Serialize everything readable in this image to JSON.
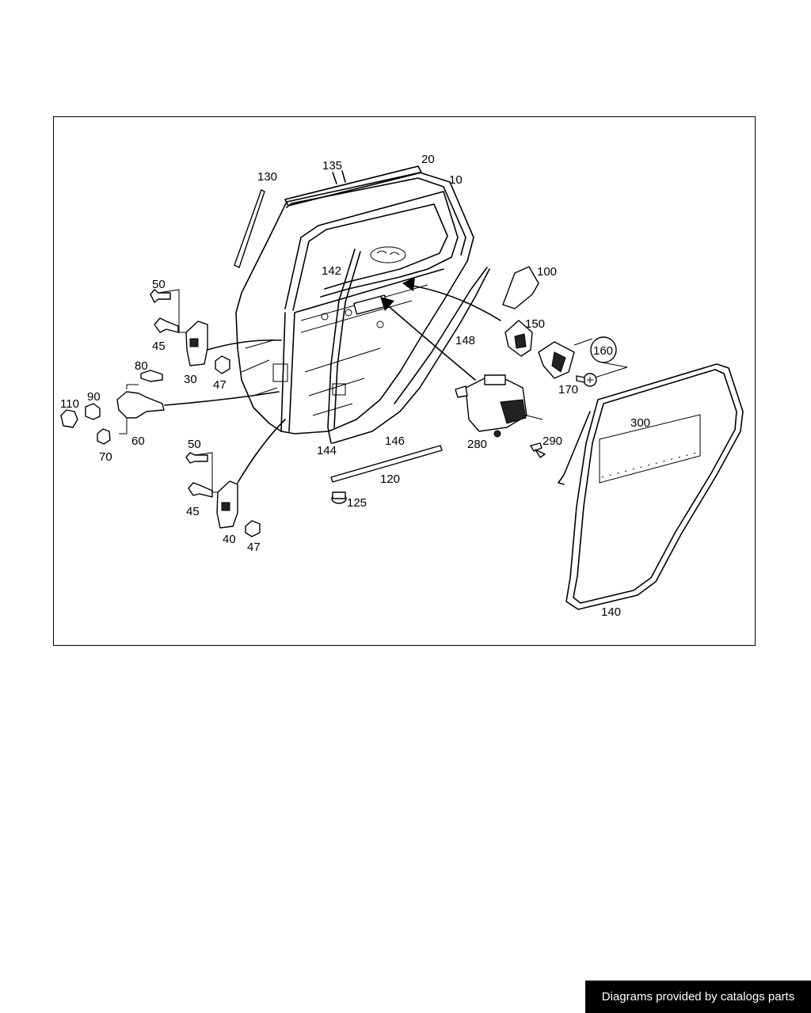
{
  "diagram": {
    "callouts": {
      "p10": "10",
      "p20": "20",
      "p30": "30",
      "p40": "40",
      "p45a": "45",
      "p45b": "45",
      "p47a": "47",
      "p47b": "47",
      "p50a": "50",
      "p50b": "50",
      "p60": "60",
      "p70": "70",
      "p80": "80",
      "p90": "90",
      "p100": "100",
      "p110": "110",
      "p120": "120",
      "p125": "125",
      "p130": "130",
      "p135": "135",
      "p140": "140",
      "p142": "142",
      "p144": "144",
      "p146": "146",
      "p148": "148",
      "p150": "150",
      "p160": "160",
      "p170": "170",
      "p280": "280",
      "p290": "290",
      "p300": "300"
    }
  },
  "footer": {
    "credit": "Diagrams provided by catalogs parts"
  },
  "colors": {
    "line": "#000000",
    "background": "#ffffff",
    "credit_bg": "#000000",
    "credit_text": "#ffffff"
  }
}
